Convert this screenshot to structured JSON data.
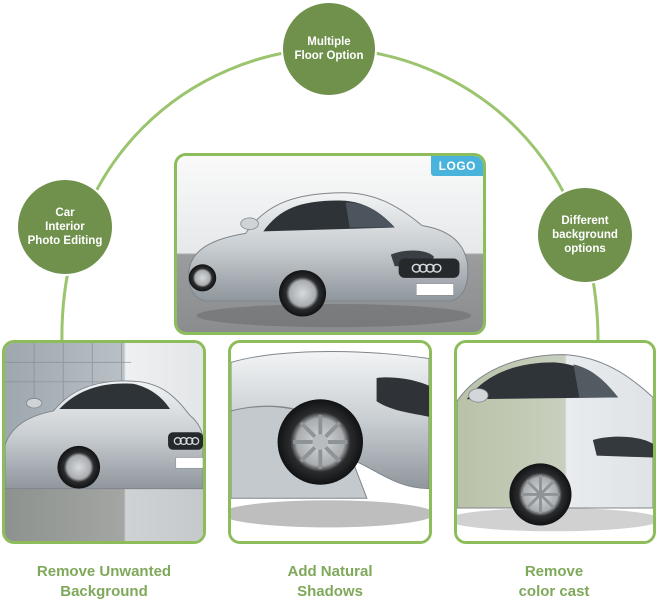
{
  "bubbles": {
    "top": "Multiple\nFloor Option",
    "left": "Car\nInterior\nPhoto Editing",
    "right": "Different\nbackground\noptions"
  },
  "main_photo": {
    "logo_label": "LOGO"
  },
  "captions": {
    "left": "Remove Unwanted\nBackground",
    "center": "Add Natural\nShadows",
    "right": "Remove\ncolor cast"
  },
  "colors": {
    "bubble_fill": "#6f914c",
    "frame_border": "#8cbd5a",
    "arc_line": "#9bc46e",
    "caption_text": "#7ea85a",
    "logo_badge": "#4ab3dc"
  }
}
